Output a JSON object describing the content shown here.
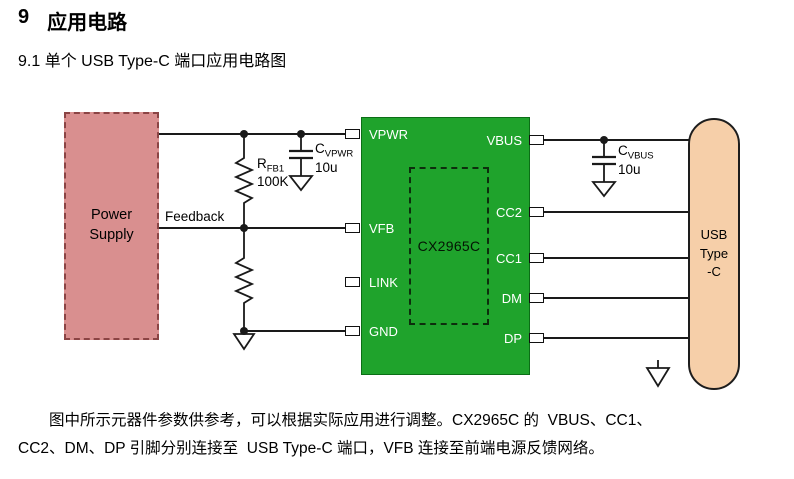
{
  "page": {
    "section_number": "9",
    "section_title": "应用电路",
    "subsection_title": "9.1 单个 USB Type-C 端口应用电路图",
    "body_line1": "图中所示元器件参数供参考，可以根据实际应用进行调整。CX2965C 的  VBUS、CC1、",
    "body_line2": "CC2、DM、DP 引脚分别连接至  USB Type-C 端口，VFB 连接至前端电源反馈网络。"
  },
  "schematic": {
    "power_supply": {
      "label": "Power\nSupply"
    },
    "feedback_label": "Feedback",
    "ic": {
      "name": "CX2965C",
      "left_pins": [
        "VPWR",
        "VFB",
        "LINK",
        "GND"
      ],
      "right_pins": [
        "VBUS",
        "CC2",
        "CC1",
        "DM",
        "DP"
      ]
    },
    "components": {
      "r_fb1": {
        "ref": "R",
        "ref_sub": "FB1",
        "value": "100K"
      },
      "c_vpwr": {
        "ref": "C",
        "ref_sub": "VPWR",
        "value": "10u"
      },
      "c_vbus": {
        "ref": "C",
        "ref_sub": "VBUS",
        "value": "10u"
      }
    },
    "usb_connector": {
      "label": "USB\nType\n-C"
    },
    "colors": {
      "power_supply_fill": "#d98f8f",
      "power_supply_border": "#8b4444",
      "ic_fill": "#1fa32c",
      "usb_fill": "#f6cfa9",
      "wire": "#1a1a1a"
    }
  }
}
